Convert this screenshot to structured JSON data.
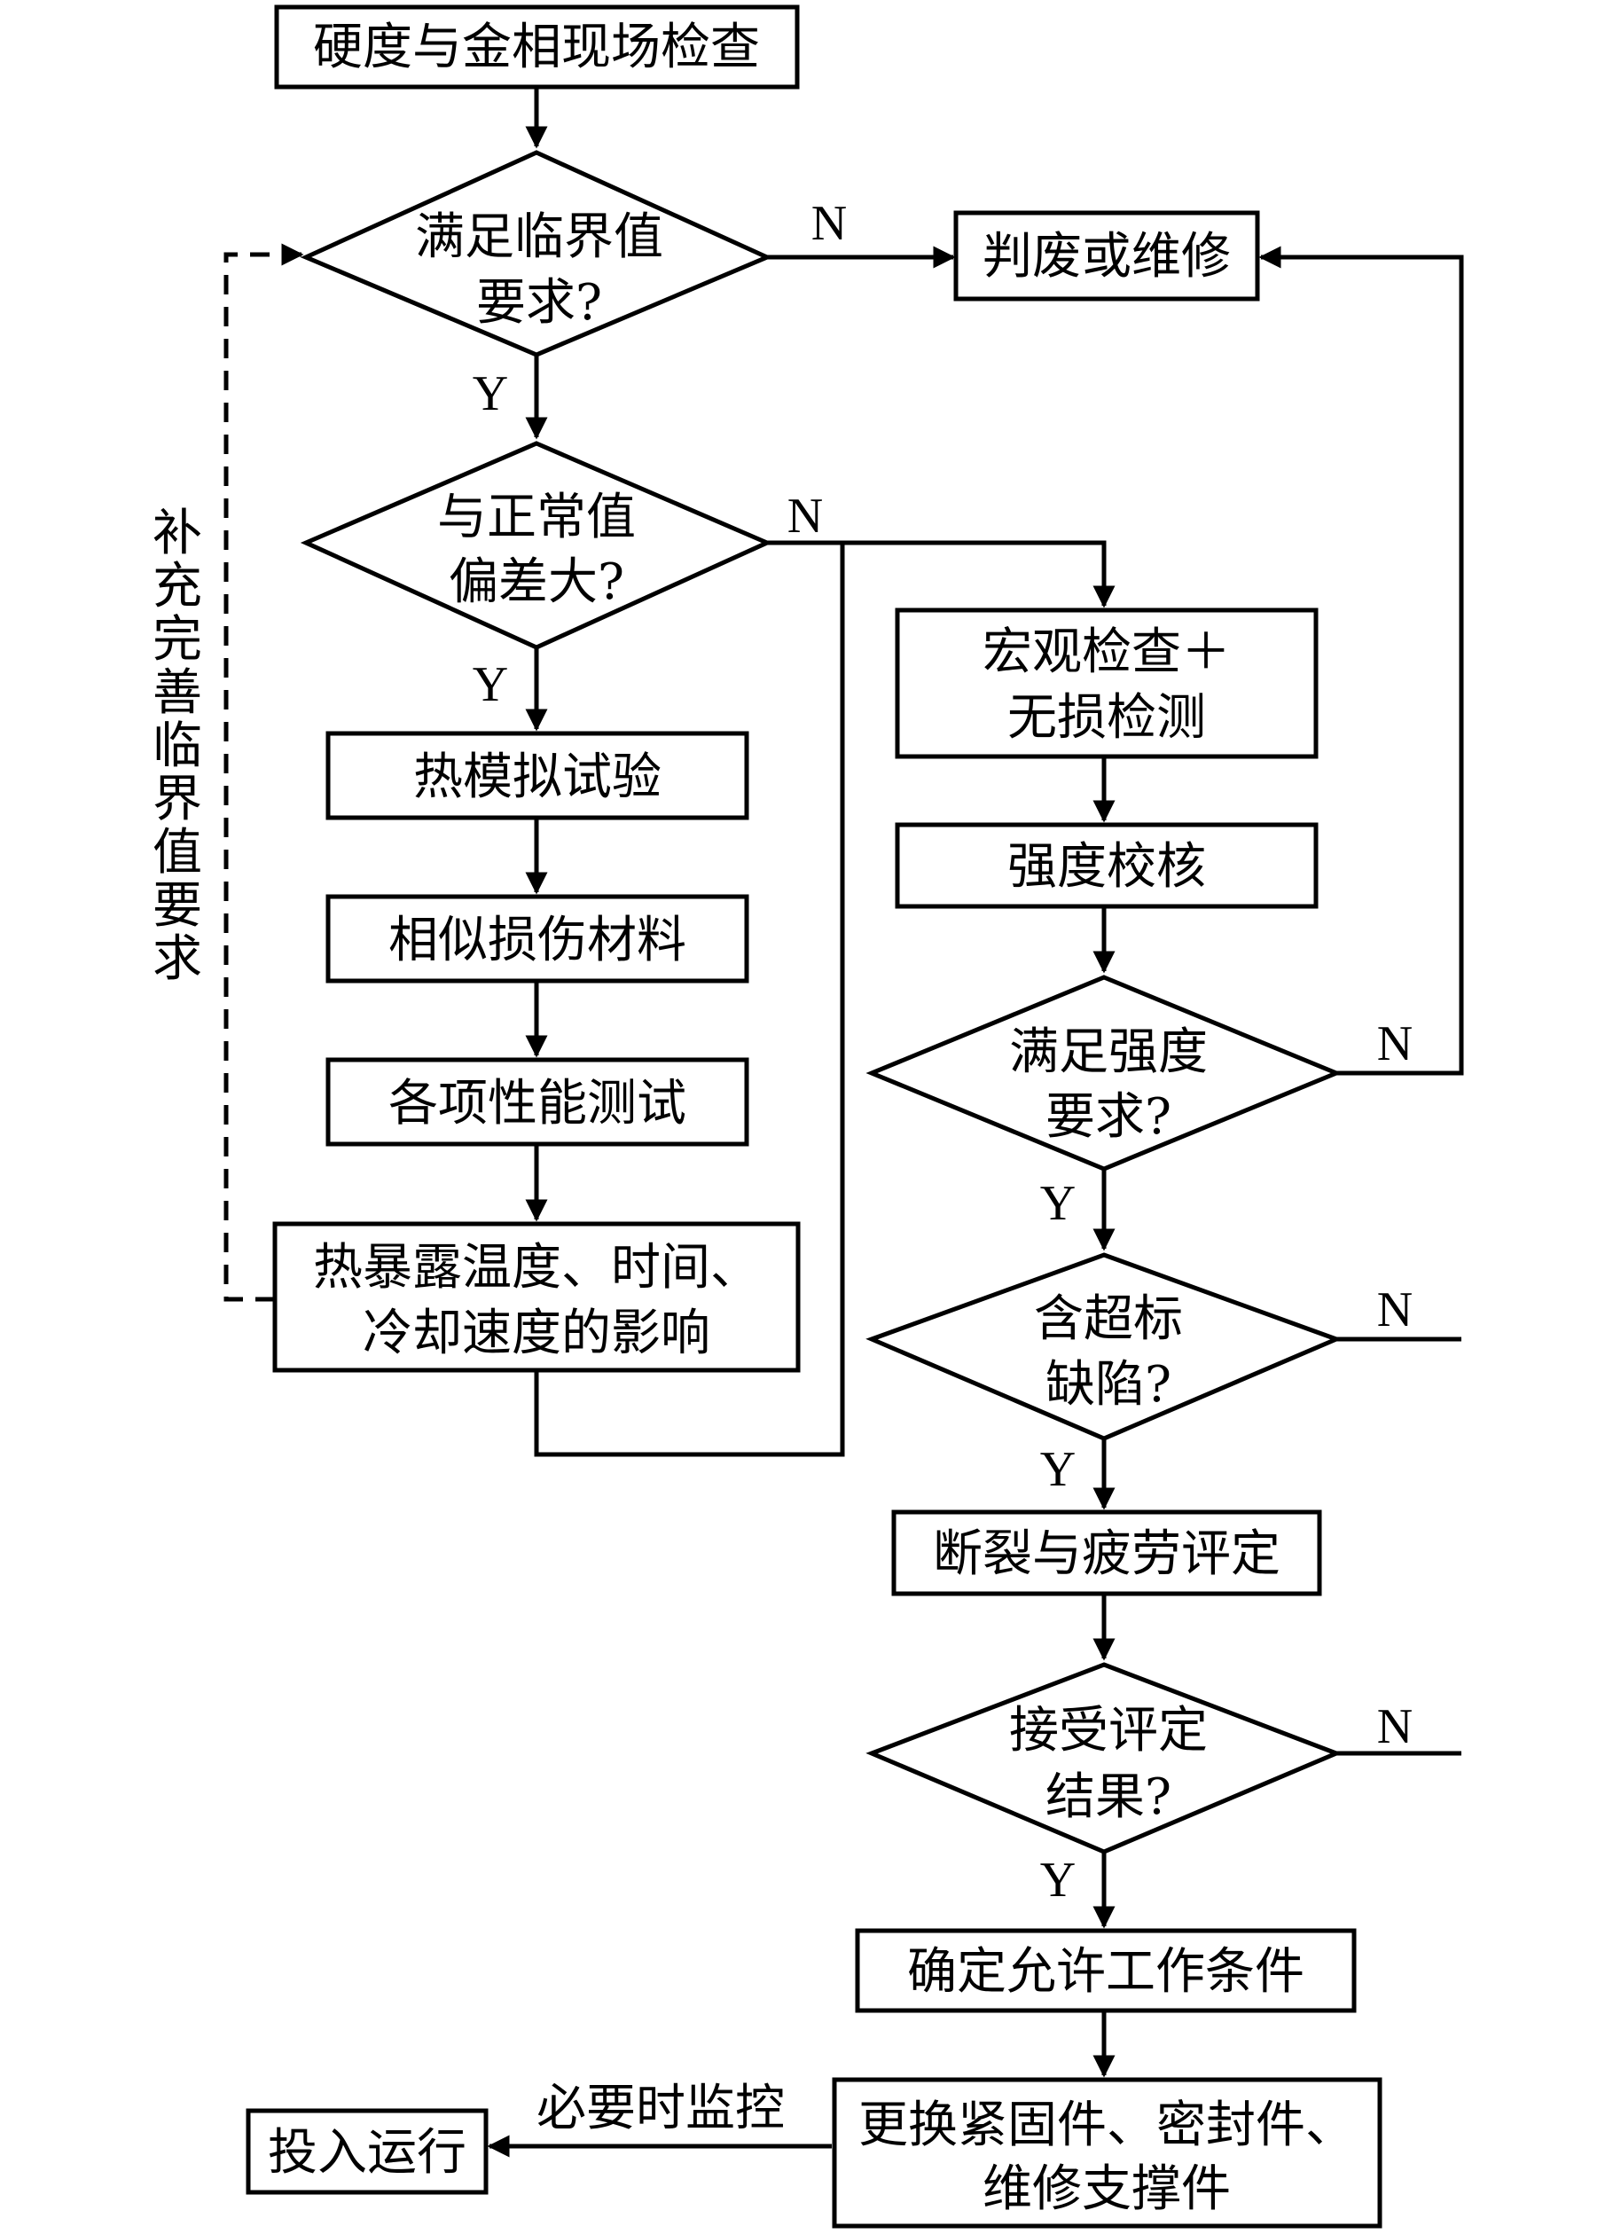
{
  "nodes": {
    "start": "硬度与金相现场检查",
    "d_critical": [
      "满足临界值",
      "要求?"
    ],
    "scrap_repair": "判废或维修",
    "d_deviation": [
      "与正常值",
      "偏差大?"
    ],
    "thermal_sim": "热模拟试验",
    "similar_material": "相似损伤材料",
    "performance_test": "各项性能测试",
    "thermal_exposure": [
      "热暴露温度、时间、",
      "冷却速度的影响"
    ],
    "macro_ndt": [
      "宏观检查＋",
      "无损检测"
    ],
    "strength_check": "强度校核",
    "d_strength": [
      "满足强度",
      "要求?"
    ],
    "d_defect": [
      "含超标",
      "缺陷?"
    ],
    "fracture_fatigue": "断裂与疲劳评定",
    "d_accept": [
      "接受评定",
      "结果?"
    ],
    "conditions": "确定允许工作条件",
    "replace": [
      "更换紧固件、密封件、",
      "维修支撑件"
    ],
    "operation": "投入运行"
  },
  "edge_labels": {
    "supplement": "补充完善临界值要求",
    "monitor": "必要时监控",
    "yes": "Y",
    "no": "N"
  }
}
